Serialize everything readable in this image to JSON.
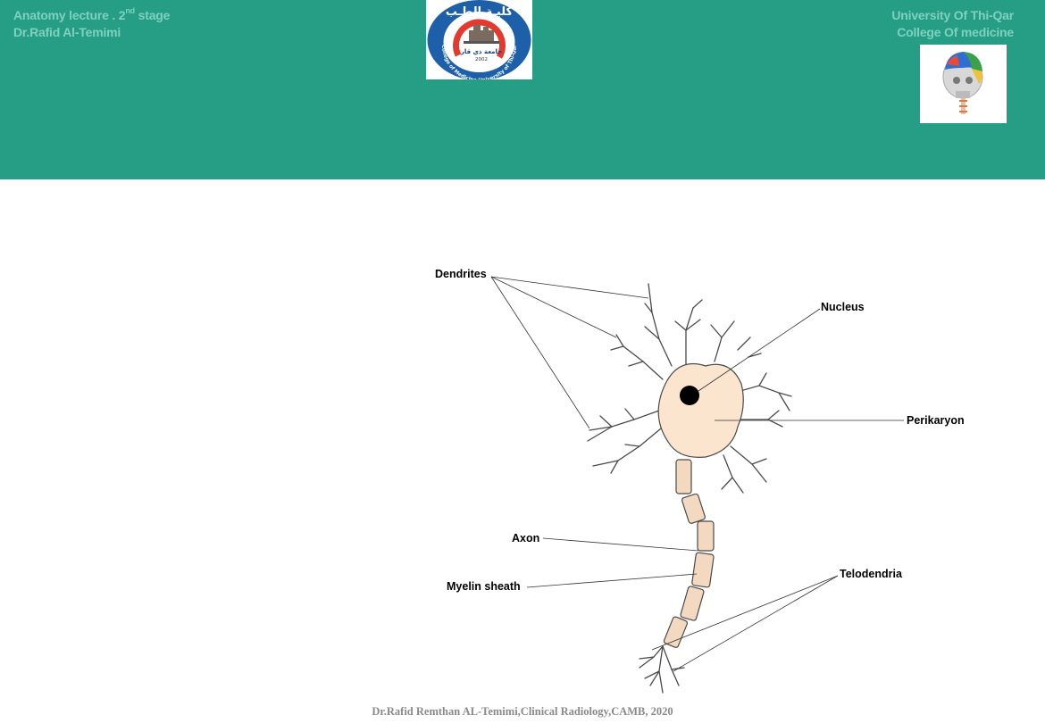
{
  "header": {
    "left_line1_main": "Anatomy lecture . 2",
    "left_line1_sup": "nd",
    "left_line1_tail": " stage",
    "left_line2": "Dr.Rafid Al-Temimi",
    "right_line1": "University Of Thi-Qar",
    "right_line2": "College Of  medicine"
  },
  "logo": {
    "arabic_title": "كليـة الطـب",
    "arabic_sub": "جامعة ذي قار",
    "ring_text": "College of Medicine University of Thi-Qar",
    "year": "2002"
  },
  "diagram": {
    "labels": {
      "dendrites": "Dendrites",
      "nucleus": "Nucleus",
      "perikaryon": "Perikaryon",
      "axon": "Axon",
      "myelin": "Myelin sheath",
      "telodendria": "Telodendria"
    },
    "colors": {
      "cell_fill": "#fbe5cf",
      "cell_stroke": "#4a4a4a",
      "myelin_fill": "#f4d9c1",
      "nucleus": "#000000"
    }
  },
  "theme": {
    "header_bg": "#269e86",
    "header_text": "#7fd0bd"
  },
  "footer": {
    "credit": "Dr.Rafid Remthan AL-Temimi,Clinical Radiology,CAMB, 2020"
  }
}
